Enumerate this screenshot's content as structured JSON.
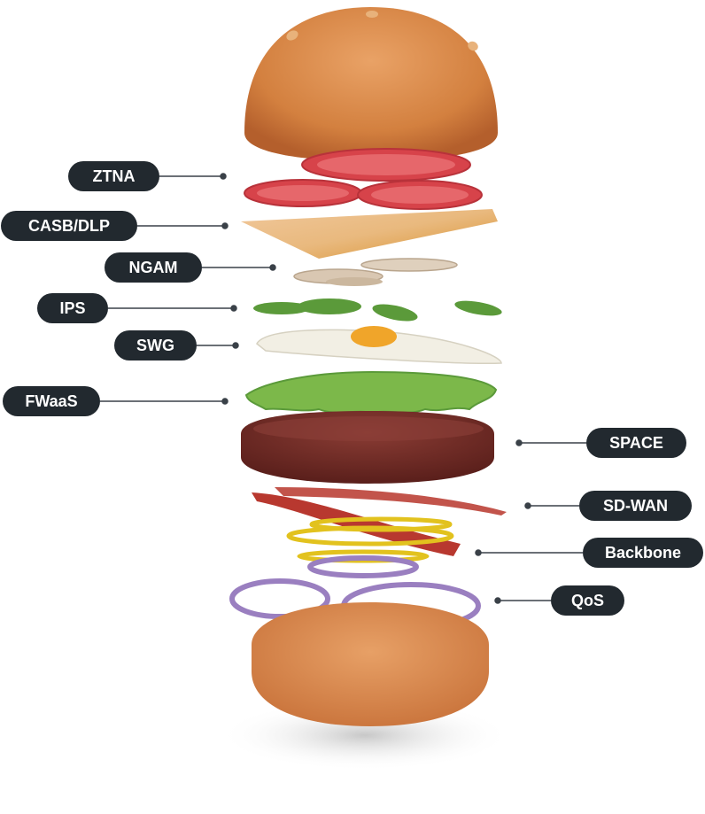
{
  "labels_left": [
    {
      "id": "ztna",
      "text": "ZTNA"
    },
    {
      "id": "casb",
      "text": "CASB/DLP"
    },
    {
      "id": "ngam",
      "text": "NGAM"
    },
    {
      "id": "ips",
      "text": "IPS"
    },
    {
      "id": "swg",
      "text": "SWG"
    },
    {
      "id": "fwaas",
      "text": "FWaaS"
    }
  ],
  "labels_right": [
    {
      "id": "space",
      "text": "SPACE"
    },
    {
      "id": "sdwan",
      "text": "SD-WAN"
    },
    {
      "id": "backbone",
      "text": "Backbone"
    },
    {
      "id": "qos",
      "text": "QoS"
    }
  ],
  "colors": {
    "pill": "#22292f",
    "connector": "#3a4148",
    "bun": "#d98a4e",
    "tomato": "#d7434a",
    "cheese": "#e8a53a",
    "mushroom": "#d9c7b2",
    "pickle": "#5b9a3a",
    "egg_white": "#f2efe4",
    "egg_yolk": "#f0a52a",
    "lettuce": "#7cb84a",
    "patty": "#6e2a24",
    "bacon": "#b8382f",
    "mustard": "#e2c21e",
    "onion": "#9a7fc0"
  }
}
